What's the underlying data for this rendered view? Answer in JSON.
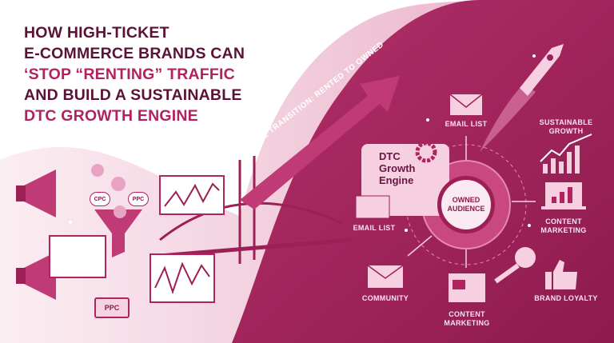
{
  "headline": {
    "line1": "HOW HIGH-TICKET",
    "line2": "E-COMMERCE BRANDS CAN",
    "line3": "‘STOP “RENTING” TRAFFIC",
    "line4": "AND BUILD A SUSTAINABLE",
    "line5": "DTC GROWTH ENGINE"
  },
  "arrow_text": "THE TRANSITION: RENTED TO OWNED",
  "left_tags": {
    "cpc": "CPC",
    "ppc_bubble": "PPC",
    "ppc_box": "PPC"
  },
  "engine_box": {
    "line1": "DTC",
    "line2": "Growth",
    "line3": "Engine"
  },
  "hub_label": {
    "line1": "OWNED",
    "line2": "AUDIENCE"
  },
  "nodes": {
    "email_top": "EMAIL LIST",
    "growth_1": "SUSTAINABLE",
    "growth_2": "GROWTH",
    "email_left": "EMAIL LIST",
    "content_right_1": "CONTENT",
    "content_right_2": "MARKETING",
    "community": "COMMUNITY",
    "content_bottom_1": "CONTENT",
    "content_bottom_2": "MARKETING",
    "brand_loyalty": "BRAND LOYALTY"
  },
  "colors": {
    "primary": "#a3225a",
    "dark": "#5a1236",
    "light": "#f6cfe0"
  }
}
